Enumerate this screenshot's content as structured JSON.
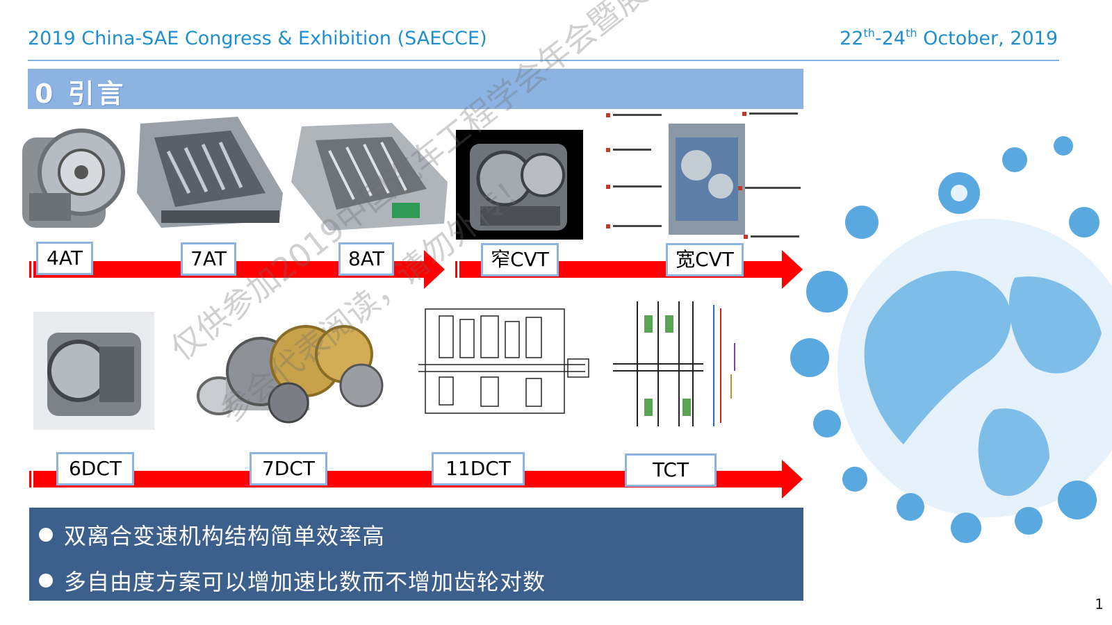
{
  "header": {
    "conference": "2019 China-SAE Congress & Exhibition (SAECCE)",
    "date_day1": "22",
    "date_sup1": "th",
    "date_sep": "-24",
    "date_sup2": "th",
    "date_tail": " October, 2019"
  },
  "section": {
    "title": "0  引言"
  },
  "timeline_top": [
    "4AT",
    "7AT",
    "8AT",
    "窄CVT",
    "宽CVT"
  ],
  "timeline_bottom": [
    "6DCT",
    "7DCT",
    "11DCT",
    "TCT"
  ],
  "bullets": [
    "双离合变速机构结构简单效率高",
    "多自由度方案可以增加速比数而不增加齿轮对数"
  ],
  "page_number": "1",
  "colors": {
    "accent": "#1f8fd0",
    "bar": "#8db3e2",
    "arrow": "#ff0000",
    "box": "#3d5f8c"
  }
}
